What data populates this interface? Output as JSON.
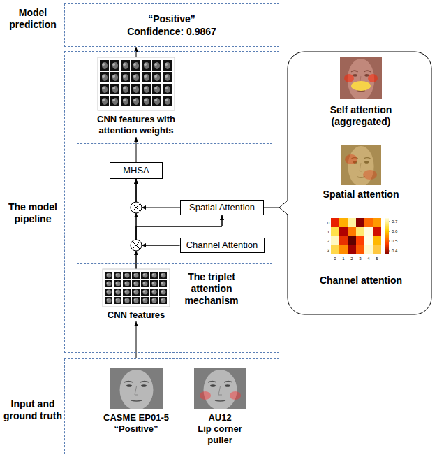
{
  "diagram": {
    "nodes": [
      {
        "text": [
          "Model prediction",
          "“Positive”",
          "Confidence: 0.9867"
        ]
      },
      {
        "text": [
          "The model pipeline"
        ]
      },
      {
        "text": [
          "CNN features with attention weights"
        ],
        "in": 1
      },
      {
        "text": [
          "The triplet attention mechanism"
        ],
        "in": 1
      },
      {
        "text": [
          "MHSA"
        ],
        "in": 3
      },
      {
        "text": [
          "Spatial Attention"
        ],
        "in": 3
      },
      {
        "text": [
          "Channel Attention"
        ],
        "in": 3
      },
      {
        "text": [
          "CNN features"
        ],
        "in": 1
      },
      {
        "text": [
          "Input and ground truth"
        ]
      },
      {
        "text": [
          "CASME EP01-5",
          "“Positive”"
        ],
        "in": 8
      },
      {
        "text": [
          "AU12",
          "Lip corner puller"
        ],
        "in": 8
      },
      {
        "text": [
          "Self attention (aggregated)"
        ]
      },
      {
        "text": [
          "Spatial attention"
        ]
      },
      {
        "text": [
          "Channel attention"
        ]
      }
    ],
    "edges": [
      {
        "from": 8,
        "to": 7,
        "arrow": "to"
      },
      {
        "from": 7,
        "to": 4,
        "arrow": "to"
      },
      {
        "from": 6,
        "to": 4,
        "arrow": "to"
      },
      {
        "from": 5,
        "to": 4,
        "arrow": "to"
      },
      {
        "from": 7,
        "to": 5,
        "arrow": "to"
      },
      {
        "from": 6,
        "to": 5,
        "arrow": "to"
      },
      {
        "from": 4,
        "to": 2,
        "arrow": "to"
      },
      {
        "from": 2,
        "to": 0,
        "arrow": "to"
      }
    ],
    "labels": [
      "0",
      "1",
      "2",
      "3",
      "4",
      "5",
      "0",
      "1",
      "2",
      "3",
      "0.7",
      "0.6",
      "0.5",
      "0.4"
    ]
  }
}
